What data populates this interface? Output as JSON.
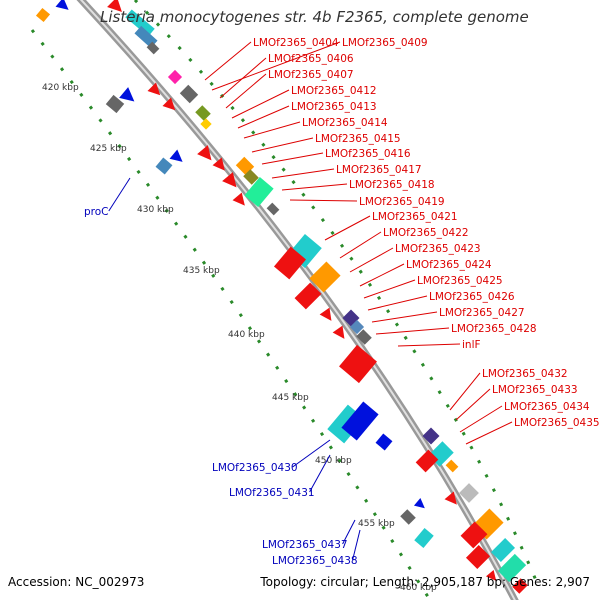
{
  "title": "Listeria monocytogenes str. 4b F2365, complete genome",
  "footer": {
    "accession": "Accession: NC_002973",
    "summary": "Topology: circular; Length: 2,905,187 bp; Genes: 2,907"
  },
  "colors": {
    "backbone": "#999999",
    "tick": "#2a8a2a",
    "label_red": "#dd0000",
    "label_blue": "#0000bb",
    "feature_red": "#ee1111",
    "feature_blue": "#0011dd",
    "feature_cyan": "#22cccc",
    "feature_orange": "#ff9900",
    "feature_gray": "#666666"
  },
  "kbp_ticks": [
    "420 kbp",
    "425 kbp",
    "430 kbp",
    "435 kbp",
    "440 kbp",
    "445 kbp",
    "450 kbp",
    "455 kbp",
    "460 kbp"
  ],
  "genes_right": [
    "LMOf2365_0404",
    "LMOf2365_0409",
    "LMOf2365_0406",
    "LMOf2365_0407",
    "LMOf2365_0412",
    "LMOf2365_0413",
    "LMOf2365_0414",
    "LMOf2365_0415",
    "LMOf2365_0416",
    "LMOf2365_0417",
    "LMOf2365_0418",
    "LMOf2365_0419",
    "LMOf2365_0421",
    "LMOf2365_0422",
    "LMOf2365_0423",
    "LMOf2365_0424",
    "LMOf2365_0425",
    "LMOf2365_0426",
    "LMOf2365_0427",
    "LMOf2365_0428",
    "inlF",
    "LMOf2365_0432",
    "LMOf2365_0433",
    "LMOf2365_0434",
    "LMOf2365_0435"
  ],
  "genes_left": [
    "proC",
    "LMOf2365_0430",
    "LMOf2365_0431",
    "LMOf2365_0437",
    "LMOf2365_0438"
  ]
}
